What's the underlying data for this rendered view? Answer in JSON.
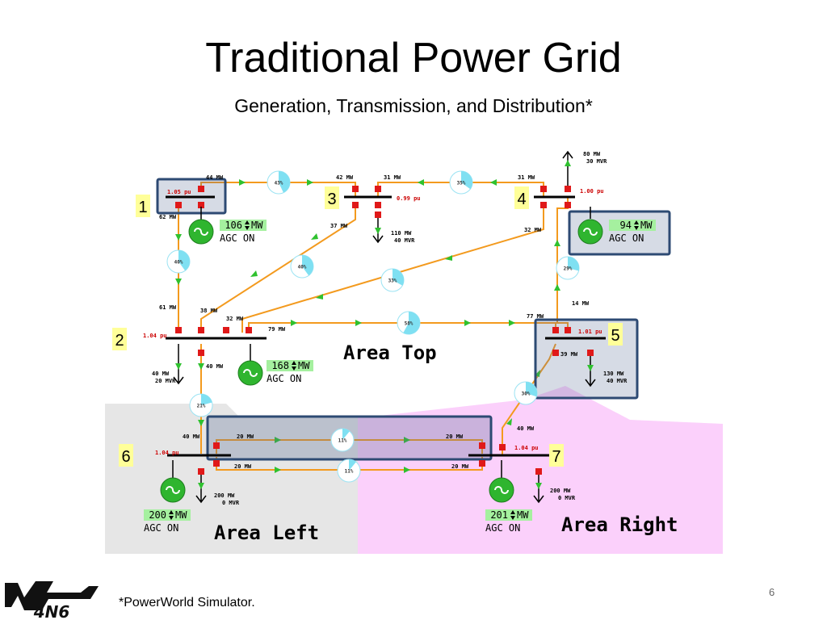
{
  "slide": {
    "title": "Traditional Power Grid",
    "subtitle": "Generation, Transmission, and Distribution*",
    "footnote": "*PowerWorld Simulator.",
    "page_number": "6",
    "logo_text": "4N6"
  },
  "areas": {
    "top": "Area Top",
    "left": "Area Left",
    "right": "Area Right",
    "colors": {
      "left": "#e6e6e6",
      "right": "#fbd0fb",
      "line": "#f39a1e",
      "arrow": "#2fc12f",
      "breaker": "#e01919",
      "bus_text": "#cc0000",
      "bus_number_bg": "#ffff99"
    }
  },
  "buses": [
    {
      "number": "1",
      "voltage": "1.05 pu"
    },
    {
      "number": "2",
      "voltage": "1.04 pu"
    },
    {
      "number": "3",
      "voltage": "0.99 pu"
    },
    {
      "number": "4",
      "voltage": "1.00 pu"
    },
    {
      "number": "5",
      "voltage": "1.01 pu"
    },
    {
      "number": "6",
      "voltage": "1.04 pu"
    },
    {
      "number": "7",
      "voltage": "1.04 pu"
    }
  ],
  "generators": [
    {
      "mw": "106",
      "unit": "MW",
      "agc": "AGC ON"
    },
    {
      "mw": "94",
      "unit": "MW",
      "agc": "AGC ON"
    },
    {
      "mw": "168",
      "unit": "MW",
      "agc": "AGC ON"
    },
    {
      "mw": "200",
      "unit": "MW",
      "agc": "AGC ON"
    },
    {
      "mw": "201",
      "unit": "MW",
      "agc": "AGC ON"
    }
  ],
  "line_loadings": [
    "43%",
    "35%",
    "40%",
    "40%",
    "33%",
    "29%",
    "58%",
    "21%",
    "30%",
    "11%",
    "11%"
  ],
  "flow_labels": {
    "b1_top": "44 MW",
    "b1_down": "62 MW",
    "b3_in": "42 MW",
    "b3_out": "31 MW",
    "b3_down": "37 MW",
    "b4_in": "31 MW",
    "b4_down": "32 MW",
    "b2_up": "61 MW",
    "b2_a": "38 MW",
    "b2_b": "32 MW",
    "b2_c": "79 MW",
    "b2_down": "40 MW",
    "b5_up": "14 MW",
    "b5_in": "77 MW",
    "b5_down": "39 MW",
    "b6_up": "40 MW",
    "b6_top": "20 MW",
    "b6_bot": "20 MW",
    "b7_top": "20 MW",
    "b7_bot": "20 MW",
    "b7_up": "40 MW"
  },
  "loads": [
    {
      "mw": "110 MW",
      "mvr": "40 MVR"
    },
    {
      "mw": "80 MW",
      "mvr": "30 MVR"
    },
    {
      "mw": "40 MW",
      "mvr": "20 MVR"
    },
    {
      "mw": "130 MW",
      "mvr": "40 MVR"
    },
    {
      "mw": "200 MW",
      "mvr": "0 MVR"
    },
    {
      "mw": "200 MW",
      "mvr": "0 MVR"
    }
  ]
}
